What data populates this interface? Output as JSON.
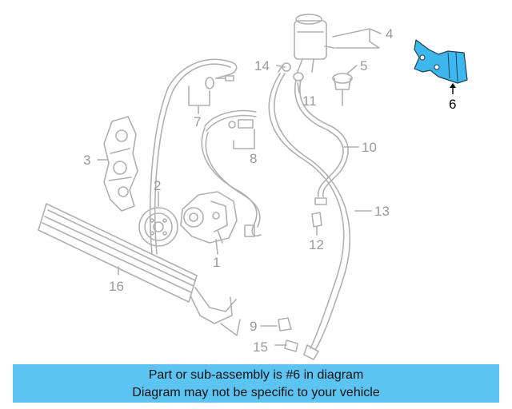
{
  "callouts": [
    {
      "id": "1",
      "highlight": false
    },
    {
      "id": "2",
      "highlight": false
    },
    {
      "id": "3",
      "highlight": false
    },
    {
      "id": "4",
      "highlight": false
    },
    {
      "id": "5",
      "highlight": false
    },
    {
      "id": "6",
      "highlight": true
    },
    {
      "id": "7",
      "highlight": false
    },
    {
      "id": "8",
      "highlight": false
    },
    {
      "id": "9",
      "highlight": false
    },
    {
      "id": "10",
      "highlight": false
    },
    {
      "id": "11",
      "highlight": false
    },
    {
      "id": "12",
      "highlight": false
    },
    {
      "id": "13",
      "highlight": false
    },
    {
      "id": "14",
      "highlight": false
    },
    {
      "id": "15",
      "highlight": false
    },
    {
      "id": "16",
      "highlight": false
    }
  ],
  "banner": {
    "line1": "Part or sub-assembly is #6 in diagram",
    "line2": "Diagram may not be specific to your vehicle"
  },
  "colors": {
    "banner_bg": "#5bc4f1",
    "highlight_part": "#3cb8ee",
    "line_art": "#b0b0b0"
  },
  "icons": [
    "power-steering-pump",
    "pulley",
    "bracket",
    "reservoir",
    "cooler",
    "hose"
  ]
}
